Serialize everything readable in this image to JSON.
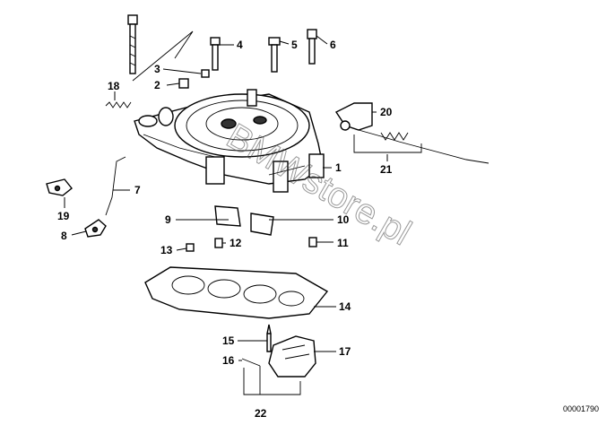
{
  "callouts": [
    {
      "id": "1",
      "label": "1"
    },
    {
      "id": "2",
      "label": "2"
    },
    {
      "id": "3",
      "label": "3"
    },
    {
      "id": "4",
      "label": "4"
    },
    {
      "id": "5",
      "label": "5"
    },
    {
      "id": "6",
      "label": "6"
    },
    {
      "id": "7",
      "label": "7"
    },
    {
      "id": "8",
      "label": "8"
    },
    {
      "id": "9",
      "label": "9"
    },
    {
      "id": "10",
      "label": "10"
    },
    {
      "id": "11",
      "label": "11"
    },
    {
      "id": "12",
      "label": "12"
    },
    {
      "id": "13",
      "label": "13"
    },
    {
      "id": "14",
      "label": "14"
    },
    {
      "id": "15",
      "label": "15"
    },
    {
      "id": "16",
      "label": "16"
    },
    {
      "id": "17",
      "label": "17"
    },
    {
      "id": "18",
      "label": "18"
    },
    {
      "id": "19",
      "label": "19"
    },
    {
      "id": "20",
      "label": "20"
    },
    {
      "id": "21",
      "label": "21"
    },
    {
      "id": "22",
      "label": "22"
    }
  ],
  "watermark": "BMWstore.pl",
  "diagram_code": "00001790"
}
